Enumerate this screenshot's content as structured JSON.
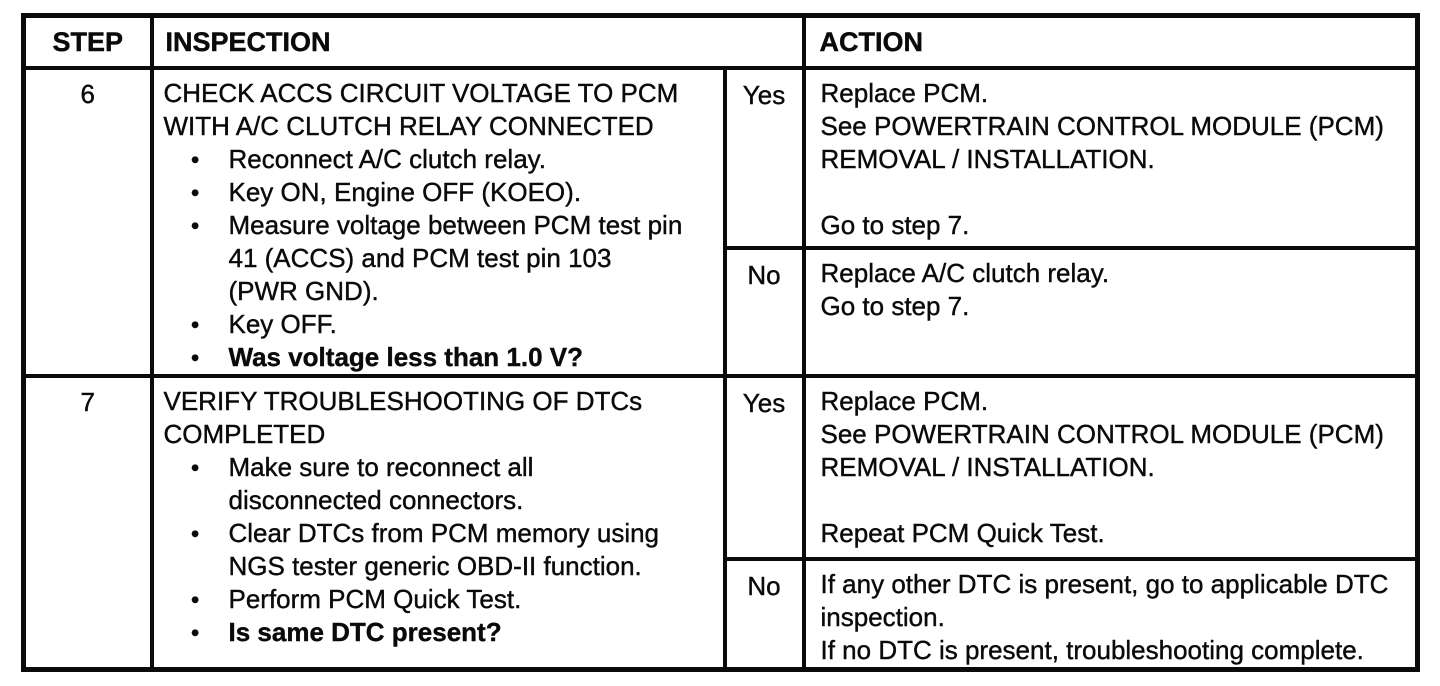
{
  "table": {
    "header": {
      "step": "STEP",
      "inspection": "INSPECTION",
      "action": "ACTION"
    },
    "rows": [
      {
        "step": "6",
        "inspection": {
          "title": "CHECK ACCS CIRCUIT VOLTAGE TO PCM WITH A/C CLUTCH RELAY CONNECTED",
          "bullets": [
            "Reconnect A/C clutch relay.",
            "Key ON, Engine OFF (KOEO).",
            "Measure voltage between PCM test pin 41 (ACCS) and PCM test pin 103 (PWR GND).",
            "Key OFF.",
            "Was voltage less than 1.0 V?"
          ]
        },
        "yes": {
          "label": "Yes",
          "line1": "Replace PCM.",
          "line2": "See POWERTRAIN CONTROL MODULE (PCM) REMOVAL / INSTALLATION.",
          "line3": "Go to step 7."
        },
        "no": {
          "label": "No",
          "line1": "Replace A/C clutch relay.",
          "line2": "Go to step 7."
        }
      },
      {
        "step": "7",
        "inspection": {
          "title": "VERIFY TROUBLESHOOTING OF DTCs COMPLETED",
          "bullets": [
            "Make sure to reconnect all disconnected connectors.",
            "Clear DTCs from PCM memory using NGS tester generic OBD-II function.",
            "Perform PCM Quick Test.",
            "Is same DTC present?"
          ]
        },
        "yes": {
          "label": "Yes",
          "line1": "Replace PCM.",
          "line2": "See POWERTRAIN CONTROL MODULE (PCM) REMOVAL / INSTALLATION.",
          "line3": "Repeat PCM Quick Test."
        },
        "no": {
          "label": "No",
          "line1": "If any other DTC is present, go to applicable DTC inspection.",
          "line2": "If no DTC is present, troubleshooting complete."
        }
      }
    ]
  },
  "colors": {
    "ink": "#0a0a0a",
    "paper": "#ffffff"
  }
}
